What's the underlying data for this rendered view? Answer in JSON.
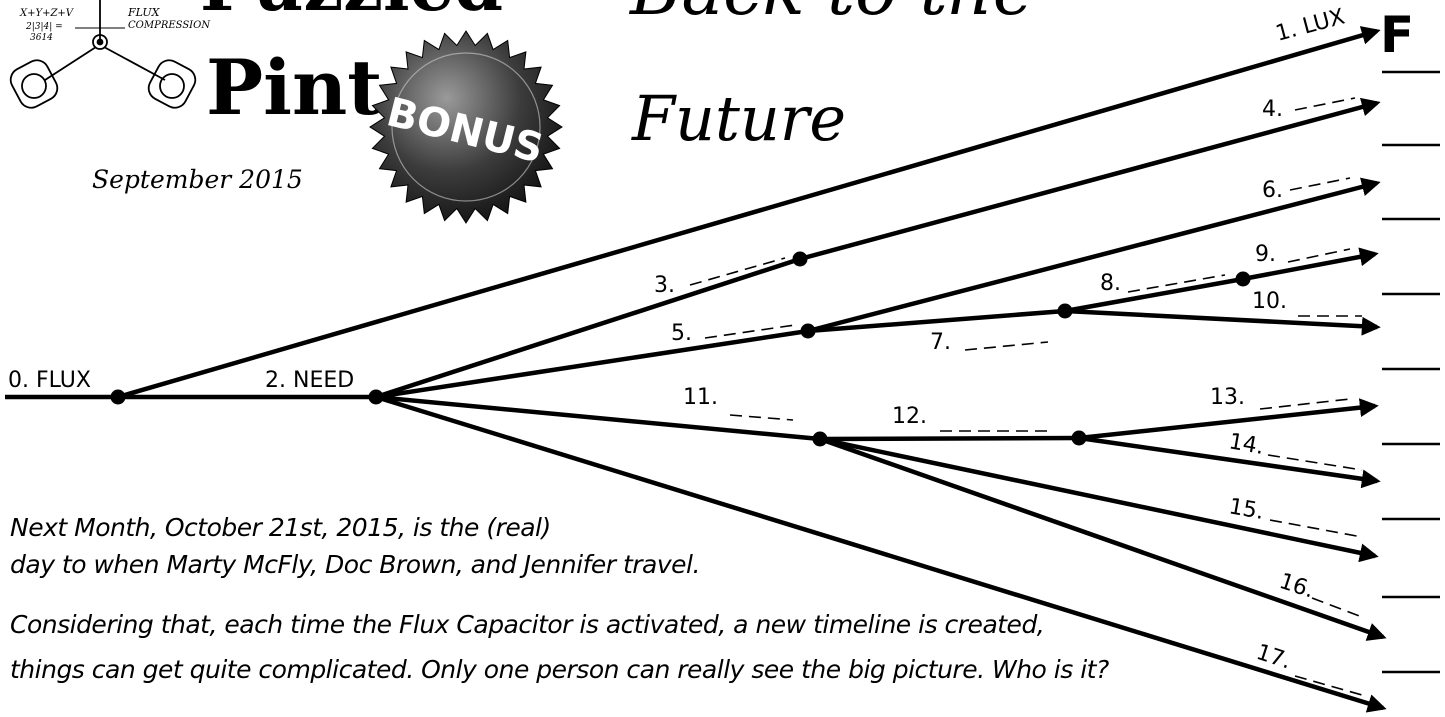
{
  "header": {
    "brand_top": "Puzzled",
    "brand_bottom": "Pint",
    "badge": "BONUS",
    "date": "September 2015",
    "title_line1": "Back to the",
    "title_line2": "Future",
    "corner_letter": "F",
    "logo_formula_top": "X+Y+Z+V",
    "logo_formula_mid": "2|3|4| =",
    "logo_formula_bot": "3614",
    "logo_caption_1": "FLUX",
    "logo_caption_2": "COMPRESSION"
  },
  "diagram": {
    "nodes": [
      {
        "id": "n0",
        "label": "0. FLUX"
      },
      {
        "id": "n1",
        "label": "1. LUX"
      },
      {
        "id": "n2",
        "label": "2. NEED"
      },
      {
        "id": "n3",
        "label": "3."
      },
      {
        "id": "n4",
        "label": "4."
      },
      {
        "id": "n5",
        "label": "5."
      },
      {
        "id": "n6",
        "label": "6."
      },
      {
        "id": "n7",
        "label": "7."
      },
      {
        "id": "n8",
        "label": "8."
      },
      {
        "id": "n9",
        "label": "9."
      },
      {
        "id": "n10",
        "label": "10."
      },
      {
        "id": "n11",
        "label": "11."
      },
      {
        "id": "n12",
        "label": "12."
      },
      {
        "id": "n13",
        "label": "13."
      },
      {
        "id": "n14",
        "label": "14."
      },
      {
        "id": "n15",
        "label": "15."
      },
      {
        "id": "n16",
        "label": "16."
      },
      {
        "id": "n17",
        "label": "17."
      }
    ]
  },
  "story": {
    "line1": "Next Month, October 21st, 2015, is the (real)",
    "line2": "day to when Marty McFly, Doc Brown, and Jennifer travel.",
    "line3": "Considering that, each time the Flux Capacitor is activated, a new timeline is created,",
    "line4": "things can get quite complicated.   Only one person can really see the big picture.  Who is it?"
  }
}
